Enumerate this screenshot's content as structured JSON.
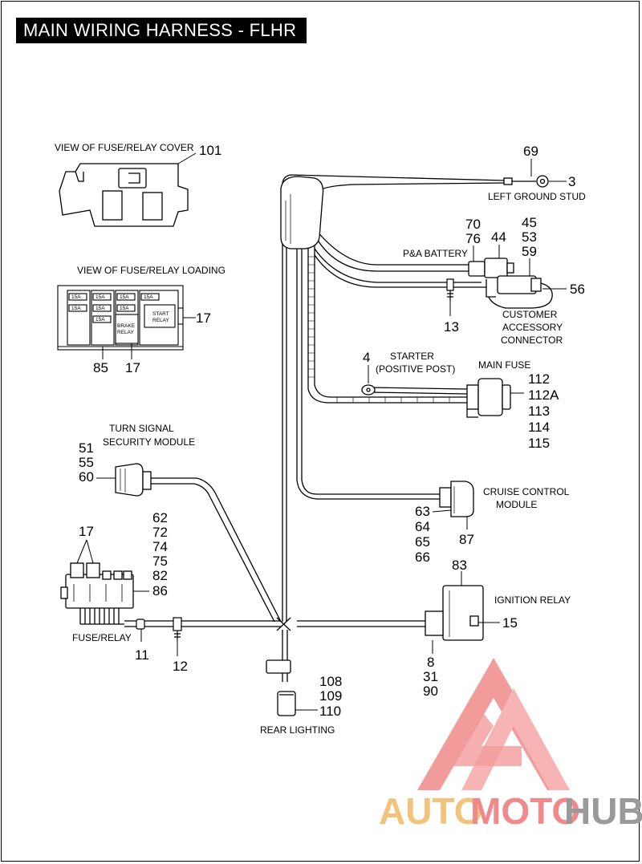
{
  "title": "MAIN WIRING HARNESS - FLHR",
  "labels": {
    "fuse_cover_view": "VIEW OF FUSE/RELAY COVER",
    "fuse_loading_view": "VIEW OF FUSE/RELAY LOADING",
    "left_ground_stud": "LEFT GROUND STUD",
    "pa_battery": "P&A BATTERY",
    "customer_accessory_1": "CUSTOMER",
    "customer_accessory_2": "ACCESSORY",
    "customer_accessory_3": "CONNECTOR",
    "starter_1": "STARTER",
    "starter_2": "(POSITIVE POST)",
    "main_fuse": "MAIN FUSE",
    "turn_signal_1": "TURN SIGNAL",
    "turn_signal_2": "SECURITY MODULE",
    "cruise_1": "CRUISE CONTROL",
    "cruise_2": "MODULE",
    "ignition_relay": "IGNITION RELAY",
    "fuse_relay": "FUSE/RELAY",
    "rear_lighting": "REAR LIGHTING",
    "brake_relay_1": "BRAKE",
    "brake_relay_2": "RELAY",
    "start_relay_1": "START",
    "start_relay_2": "RELAY",
    "fuse_15a": "15A"
  },
  "callouts": {
    "n101": "101",
    "n69": "69",
    "n3": "3",
    "n70": "70",
    "n76": "76",
    "n44": "44",
    "n45": "45",
    "n53": "53",
    "n59": "59",
    "n56": "56",
    "n13": "13",
    "n17a": "17",
    "n85": "85",
    "n17b": "17",
    "n4": "4",
    "n112": "112",
    "n112a": "112A",
    "n113": "113",
    "n114": "114",
    "n115": "115",
    "n51": "51",
    "n55": "55",
    "n60": "60",
    "n63": "63",
    "n64": "64",
    "n65": "65",
    "n66": "66",
    "n87": "87",
    "n17c": "17",
    "n62": "62",
    "n72": "72",
    "n74": "74",
    "n75": "75",
    "n82": "82",
    "n86": "86",
    "n83": "83",
    "n15": "15",
    "n11": "11",
    "n12": "12",
    "n8": "8",
    "n31": "31",
    "n90": "90",
    "n108": "108",
    "n109": "109",
    "n110": "110"
  },
  "watermark": {
    "auto": "AUTO",
    "moto": "MOTO",
    "hub": "HUB",
    "colors": {
      "auto": "#f2c37a",
      "moto": "#f08a8a",
      "hub": "#9a9a9a",
      "logo": "#f08a8a"
    }
  }
}
